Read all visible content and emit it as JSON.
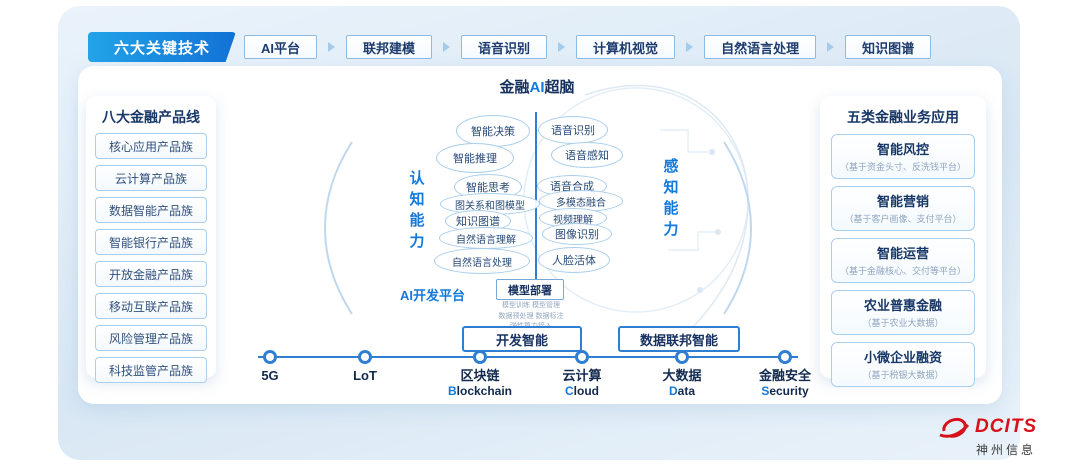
{
  "header": {
    "badge": "六大关键技术",
    "tabs": [
      "AI平台",
      "联邦建模",
      "语音识别",
      "计算机视觉",
      "自然语言处理",
      "知识图谱"
    ]
  },
  "left_panel": {
    "title": "八大金融产品线",
    "items": [
      "核心应用产品族",
      "云计算产品族",
      "数据智能产品族",
      "智能银行产品族",
      "开放金融产品族",
      "移动互联产品族",
      "风险管理产品族",
      "科技监管产品族"
    ]
  },
  "right_panel": {
    "title": "五类金融业务应用",
    "items": [
      {
        "title": "智能风控",
        "subtitle": "（基于资金头寸、反洗钱平台）"
      },
      {
        "title": "智能营销",
        "subtitle": "（基于客户画像、支付平台）"
      },
      {
        "title": "智能运营",
        "subtitle": "（基于金融核心、交付等平台）"
      },
      {
        "title": "农业普惠金融",
        "subtitle": "（基于农业大数据）"
      },
      {
        "title": "小微企业融资",
        "subtitle": "（基于税银大数据）"
      }
    ]
  },
  "brain": {
    "title_pre": "金融",
    "title_mid": "AI",
    "title_post": "超脑",
    "left_label": "认知能力",
    "right_label": "感知能力",
    "left_bubbles": [
      "智能决策",
      "智能推理",
      "智能思考",
      "图关系和图模型",
      "知识图谱",
      "自然语言理解",
      "自然语言处理"
    ],
    "right_bubbles": [
      "语音识别",
      "语音感知",
      "语音合成",
      "多模态融合",
      "视频理解",
      "图像识别",
      "人脸活体"
    ]
  },
  "platform": {
    "label": "AI开发平台",
    "deploy_title": "模型部署",
    "deploy_notes": [
      "模型训练  模型管理",
      "数据预处理  数据标注",
      "弹性算力接入"
    ],
    "boxes": [
      "开发智能",
      "数据联邦智能"
    ]
  },
  "timeline": {
    "nodes": [
      {
        "label": "5G",
        "en_first": "",
        "en_rest": ""
      },
      {
        "label": "LoT",
        "en_first": "",
        "en_rest": ""
      },
      {
        "label": "区块链",
        "en_first": "B",
        "en_rest": "lockchain"
      },
      {
        "label": "云计算",
        "en_first": "C",
        "en_rest": "loud"
      },
      {
        "label": "大数据",
        "en_first": "D",
        "en_rest": "ata"
      },
      {
        "label": "金融安全",
        "en_first": "S",
        "en_rest": "ecurity"
      }
    ]
  },
  "logo": {
    "brand": "DCITS",
    "company": "神州信息"
  },
  "colors": {
    "accent": "#1379dc",
    "navy": "#16315f",
    "light_border": "#a7cdec",
    "brand_red": "#d8101c"
  }
}
